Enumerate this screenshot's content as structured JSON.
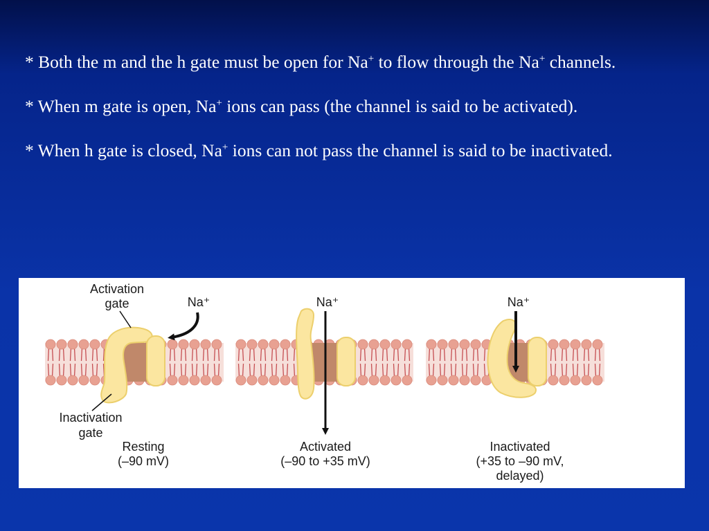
{
  "paragraphs": [
    {
      "segments": [
        {
          "text": "* Both the m and the h gate must be open for Na"
        },
        {
          "sup": "+"
        },
        {
          "text": " to flow through the Na"
        },
        {
          "sup": "+"
        },
        {
          "text": " channels."
        }
      ]
    },
    {
      "segments": [
        {
          "text": "* When m gate is open, Na"
        },
        {
          "sup": "+"
        },
        {
          "text": " ions can pass (the channel is said to be activated)."
        }
      ]
    },
    {
      "segments": [
        {
          "text": "* When h gate is closed, Na"
        },
        {
          "sup": "+"
        },
        {
          "text": " ions can not pass the channel is said to be inactivated."
        }
      ]
    }
  ],
  "figure": {
    "labels": {
      "activation_gate_line1": "Activation",
      "activation_gate_line2": "gate",
      "inactivation_gate_line1": "Inactivation",
      "inactivation_gate_line2": "gate",
      "ion": "Na⁺"
    },
    "states": [
      {
        "name": "Resting",
        "line1": "Resting",
        "line2": "(–90 mV)",
        "line3": ""
      },
      {
        "name": "Activated",
        "line1": "Activated",
        "line2": "(–90 to +35 mV)",
        "line3": ""
      },
      {
        "name": "Inactivated",
        "line1": "Inactivated",
        "line2": "(+35 to –90 mV,",
        "line3": "delayed)"
      }
    ]
  },
  "colors": {
    "gate_fill": "#fbe6a0",
    "gate_stroke": "#eccf6c",
    "channel_fill": "#c0886a",
    "membrane_bg": "#f6dfda",
    "lipid_head": "#e8a192",
    "lipid_tail": "#c54e52"
  }
}
